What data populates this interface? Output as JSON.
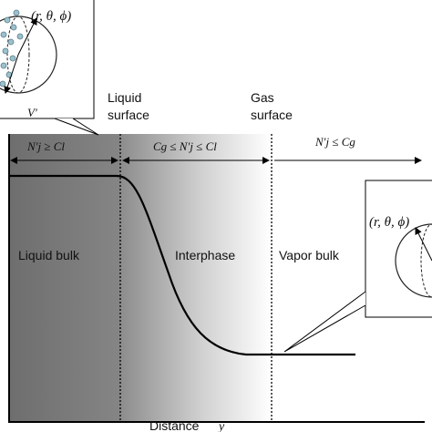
{
  "regions": {
    "liquid_bulk": "Liquid bulk",
    "interphase": "Interphase",
    "vapor_bulk": "Vapor bulk"
  },
  "surfaces": {
    "liquid_line1": "Liquid",
    "liquid_line2": "surface",
    "gas_line1": "Gas",
    "gas_line2": "surface"
  },
  "conditions": {
    "liquid": "N′j ≥ Cl",
    "interphase": "Cg ≤ N′j ≤ Cl",
    "vapor": "N′j ≤ Cg"
  },
  "axis": {
    "x_label": "Distance",
    "x_symbol": "y"
  },
  "callouts": {
    "left_coords": "(r, θ, ϕ)",
    "left_volume": "V′",
    "right_coords": "(r, θ, ϕ)"
  },
  "colors": {
    "liquid_fill": "#7a7a7a",
    "gradient_start": "#8a8a8a",
    "gradient_end": "#ffffff",
    "molecule": "#9cc0cc",
    "line": "#000000"
  }
}
